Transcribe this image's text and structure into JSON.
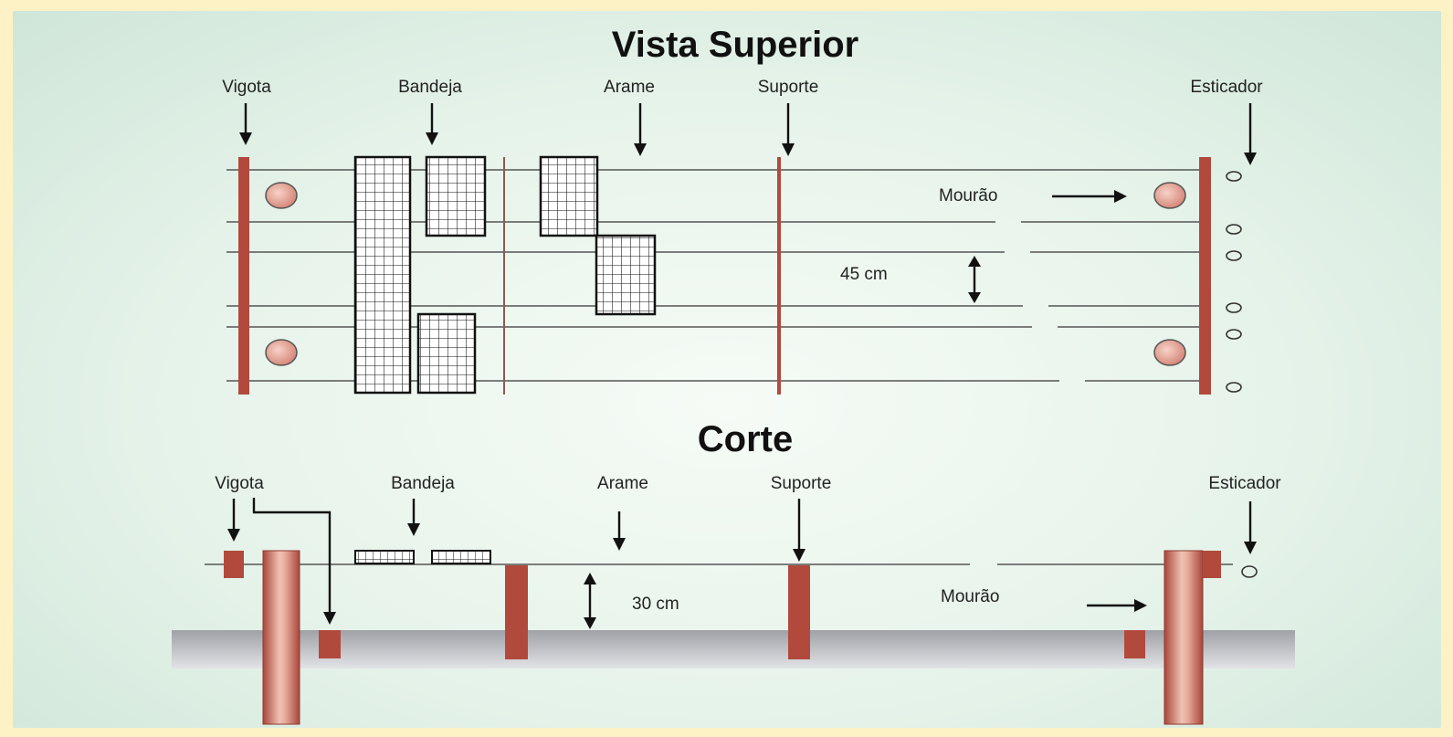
{
  "top_view": {
    "title": "Vista Superior",
    "labels": {
      "vigota": "Vigota",
      "bandeja": "Bandeja",
      "arame": "Arame",
      "suporte": "Suporte",
      "esticador": "Esticador",
      "mourao": "Mourão",
      "spacing": "45 cm"
    }
  },
  "section_view": {
    "title": "Corte",
    "labels": {
      "vigota": "Vigota",
      "bandeja": "Bandeja",
      "arame": "Arame",
      "suporte": "Suporte",
      "esticador": "Esticador",
      "mourao": "Mourão",
      "height": "30 cm"
    }
  },
  "colors": {
    "post": "#b14a3c",
    "wire": "#555555",
    "ground": "#b9babd",
    "background": "#e6f3ea",
    "frame": "#fdf2c6"
  }
}
